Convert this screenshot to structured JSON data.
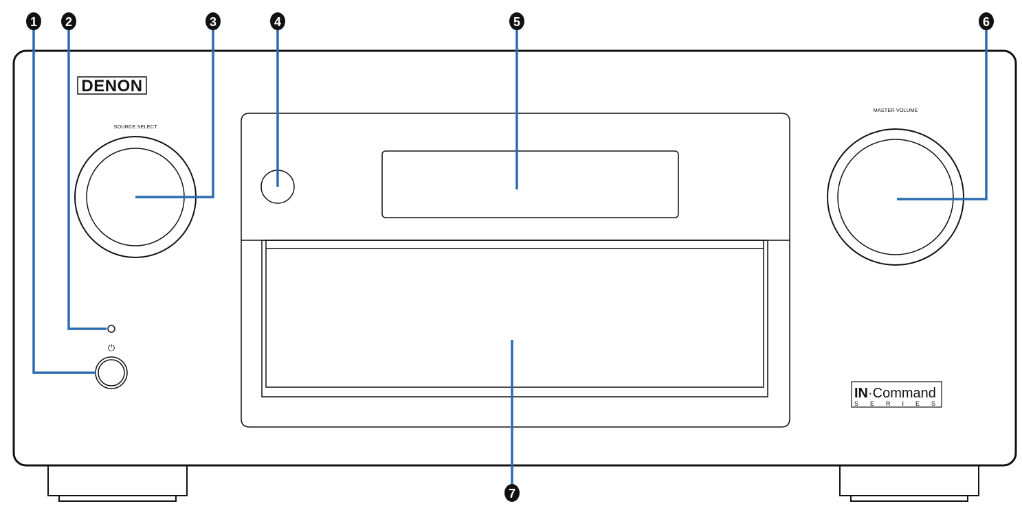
{
  "device": {
    "brand": "DENON",
    "source_select_label": "SOURCE SELECT",
    "master_volume_label": "MASTER VOLUME",
    "power_symbol": "⏻",
    "series_logo": {
      "in": "IN",
      "dot": "·",
      "command": "Command",
      "series": "S  E  R  I  E  S"
    }
  },
  "callouts": [
    {
      "number": "1",
      "target": "power-button"
    },
    {
      "number": "2",
      "target": "power-indicator"
    },
    {
      "number": "3",
      "target": "source-select-knob"
    },
    {
      "number": "4",
      "target": "remote-sensor"
    },
    {
      "number": "5",
      "target": "display"
    },
    {
      "number": "6",
      "target": "master-volume-knob"
    },
    {
      "number": "7",
      "target": "front-door"
    }
  ],
  "colors": {
    "leader_line": "#2b6cb0",
    "outline": "#111111",
    "callout_fill": "#111111",
    "callout_text": "#ffffff"
  }
}
